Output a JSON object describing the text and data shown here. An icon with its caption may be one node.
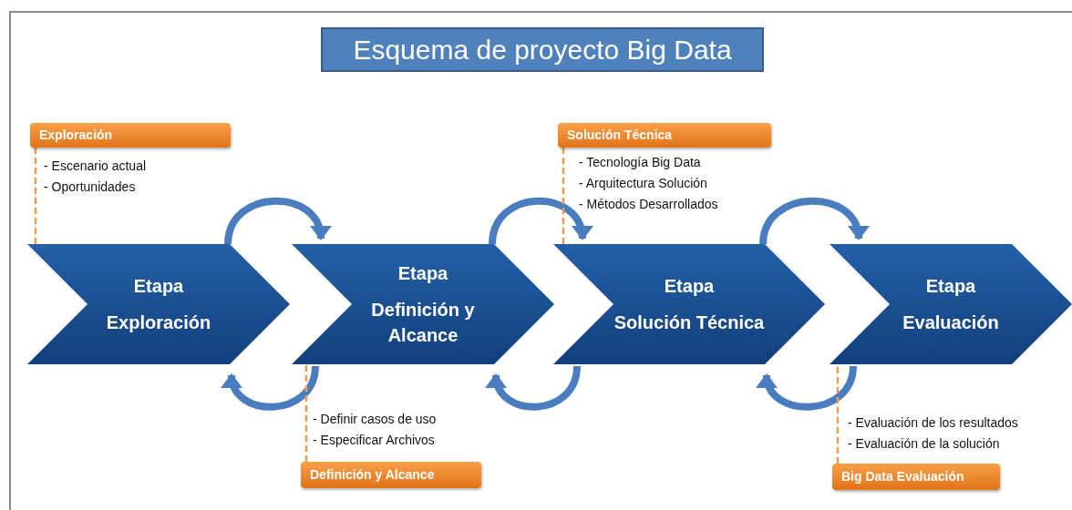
{
  "diagram": {
    "title": "Esquema de proyecto Big Data",
    "nodes": [
      {
        "text": [
          "Etapa",
          "Exploración"
        ]
      },
      {
        "text": [
          "Etapa",
          "Definición y Alcance"
        ]
      },
      {
        "text": [
          "Etapa",
          "Solución Técnica"
        ]
      },
      {
        "text": [
          "Etapa",
          "Evaluación"
        ]
      },
      {
        "text": [
          "Exploración"
        ],
        "beside": [
          "- Escenario actual",
          "- Oportunidades"
        ]
      },
      {
        "text": [
          "Solución Técnica"
        ],
        "beside": [
          "- Tecnología Big Data",
          "- Arquitectura Solución",
          "- Métodos Desarrollados"
        ]
      },
      {
        "text": [
          "Definición y Alcance"
        ],
        "beside": [
          "- Definir casos de uso",
          "- Especificar Archivos"
        ]
      },
      {
        "text": [
          "Big Data Evaluación"
        ],
        "beside": [
          "- Evaluación de los resultados",
          "- Evaluación de la solución"
        ]
      }
    ],
    "edges": [
      {
        "from": 0,
        "to": 1,
        "arrow": "to"
      },
      {
        "from": 1,
        "to": 2,
        "arrow": "to"
      },
      {
        "from": 2,
        "to": 3,
        "arrow": "to"
      },
      {
        "from": 1,
        "to": 0,
        "arrow": "to"
      },
      {
        "from": 2,
        "to": 1,
        "arrow": "to"
      },
      {
        "from": 3,
        "to": 2,
        "arrow": "to"
      },
      {
        "from": 4,
        "to": 0,
        "arrow": "none",
        "style": "dashed",
        "color": "#f39a4a"
      },
      {
        "from": 5,
        "to": 2,
        "arrow": "none",
        "style": "dashed",
        "color": "#f39a4a"
      },
      {
        "from": 6,
        "to": 1,
        "arrow": "none",
        "style": "dashed",
        "color": "#f39a4a"
      },
      {
        "from": 7,
        "to": 3,
        "arrow": "none",
        "style": "dashed",
        "color": "#f39a4a"
      }
    ]
  }
}
